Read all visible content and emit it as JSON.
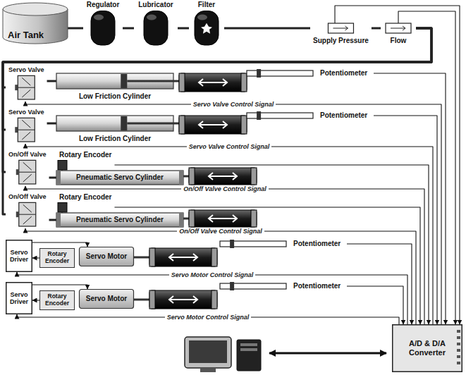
{
  "diagram": {
    "nodes": [
      {
        "text": [
          "Air Tank"
        ]
      },
      {
        "text": [
          "Regulator"
        ]
      },
      {
        "text": [
          "Lubricator"
        ]
      },
      {
        "text": [
          "Filter"
        ]
      },
      {
        "text": [
          "Supply Pressure"
        ]
      },
      {
        "text": [
          "Flow"
        ]
      },
      {
        "text": [
          "Servo Valve"
        ]
      },
      {
        "text": [
          "Low Friction Cylinder"
        ]
      },
      {
        "text": [
          "Potentiometer"
        ]
      },
      {
        "text": [
          "Servo Valve"
        ]
      },
      {
        "text": [
          "Low Friction Cylinder"
        ]
      },
      {
        "text": [
          "Potentiometer"
        ]
      },
      {
        "text": [
          "On/Off Valve"
        ]
      },
      {
        "text": [
          "Rotary Encoder"
        ]
      },
      {
        "text": [
          "Pneumatic Servo Cylinder"
        ]
      },
      {
        "text": [
          "On/Off Valve"
        ]
      },
      {
        "text": [
          "Rotary Encoder"
        ]
      },
      {
        "text": [
          "Pneumatic Servo Cylinder"
        ]
      },
      {
        "text": [
          "Servo Driver"
        ]
      },
      {
        "text": [
          "Rotary Encoder"
        ]
      },
      {
        "text": [
          "Servo Motor"
        ]
      },
      {
        "text": [
          "Potentiometer"
        ]
      },
      {
        "text": [
          "Servo Driver"
        ]
      },
      {
        "text": [
          "Rotary Encoder"
        ]
      },
      {
        "text": [
          "Servo Motor"
        ]
      },
      {
        "text": [
          "Potentiometer"
        ]
      },
      {
        "text": [
          "A/D & D/A Converter"
        ]
      }
    ],
    "edges": [
      {
        "from": 0,
        "to": 1,
        "arrow": "none"
      },
      {
        "from": 1,
        "to": 2,
        "arrow": "none"
      },
      {
        "from": 2,
        "to": 3,
        "arrow": "none"
      },
      {
        "from": 3,
        "to": 4,
        "arrow": "none"
      },
      {
        "from": 4,
        "to": 5,
        "arrow": "none"
      },
      {
        "from": 5,
        "to": 6,
        "arrow": "none"
      },
      {
        "from": 5,
        "to": 9,
        "arrow": "none"
      },
      {
        "from": 5,
        "to": 12,
        "arrow": "none"
      },
      {
        "from": 5,
        "to": 15,
        "arrow": "none"
      },
      {
        "from": 6,
        "to": 7,
        "arrow": "none"
      },
      {
        "from": 9,
        "to": 10,
        "arrow": "none"
      },
      {
        "from": 12,
        "to": 14,
        "arrow": "none"
      },
      {
        "from": 15,
        "to": 17,
        "arrow": "none"
      },
      {
        "from": 4,
        "to": 26,
        "arrow": "to"
      },
      {
        "from": 5,
        "to": 26,
        "arrow": "to"
      },
      {
        "from": 26,
        "to": 6,
        "label": "Servo Valve Control Signal",
        "arrow": "to"
      },
      {
        "from": 8,
        "to": 26,
        "arrow": "to"
      },
      {
        "from": 26,
        "to": 9,
        "label": "Servo Valve Control Signal",
        "arrow": "to"
      },
      {
        "from": 11,
        "to": 26,
        "arrow": "to"
      },
      {
        "from": 26,
        "to": 12,
        "label": "On/Off Valve Control Signal",
        "arrow": "to"
      },
      {
        "from": 13,
        "to": 26,
        "arrow": "to"
      },
      {
        "from": 26,
        "to": 15,
        "label": "On/Off Valve Control Signal",
        "arrow": "to"
      },
      {
        "from": 16,
        "to": 26,
        "arrow": "to"
      },
      {
        "from": 26,
        "to": 18,
        "label": "Servo Motor Control Signal",
        "arrow": "to"
      },
      {
        "from": 21,
        "to": 26,
        "arrow": "to"
      },
      {
        "from": 18,
        "to": 20,
        "arrow": "to"
      },
      {
        "from": 19,
        "to": 18,
        "arrow": "to"
      },
      {
        "from": 26,
        "to": 22,
        "label": "Servo Motor Control Signal",
        "arrow": "to"
      },
      {
        "from": 25,
        "to": 26,
        "arrow": "to"
      },
      {
        "from": 22,
        "to": 24,
        "arrow": "to"
      },
      {
        "from": 23,
        "to": 22,
        "arrow": "to"
      }
    ]
  }
}
